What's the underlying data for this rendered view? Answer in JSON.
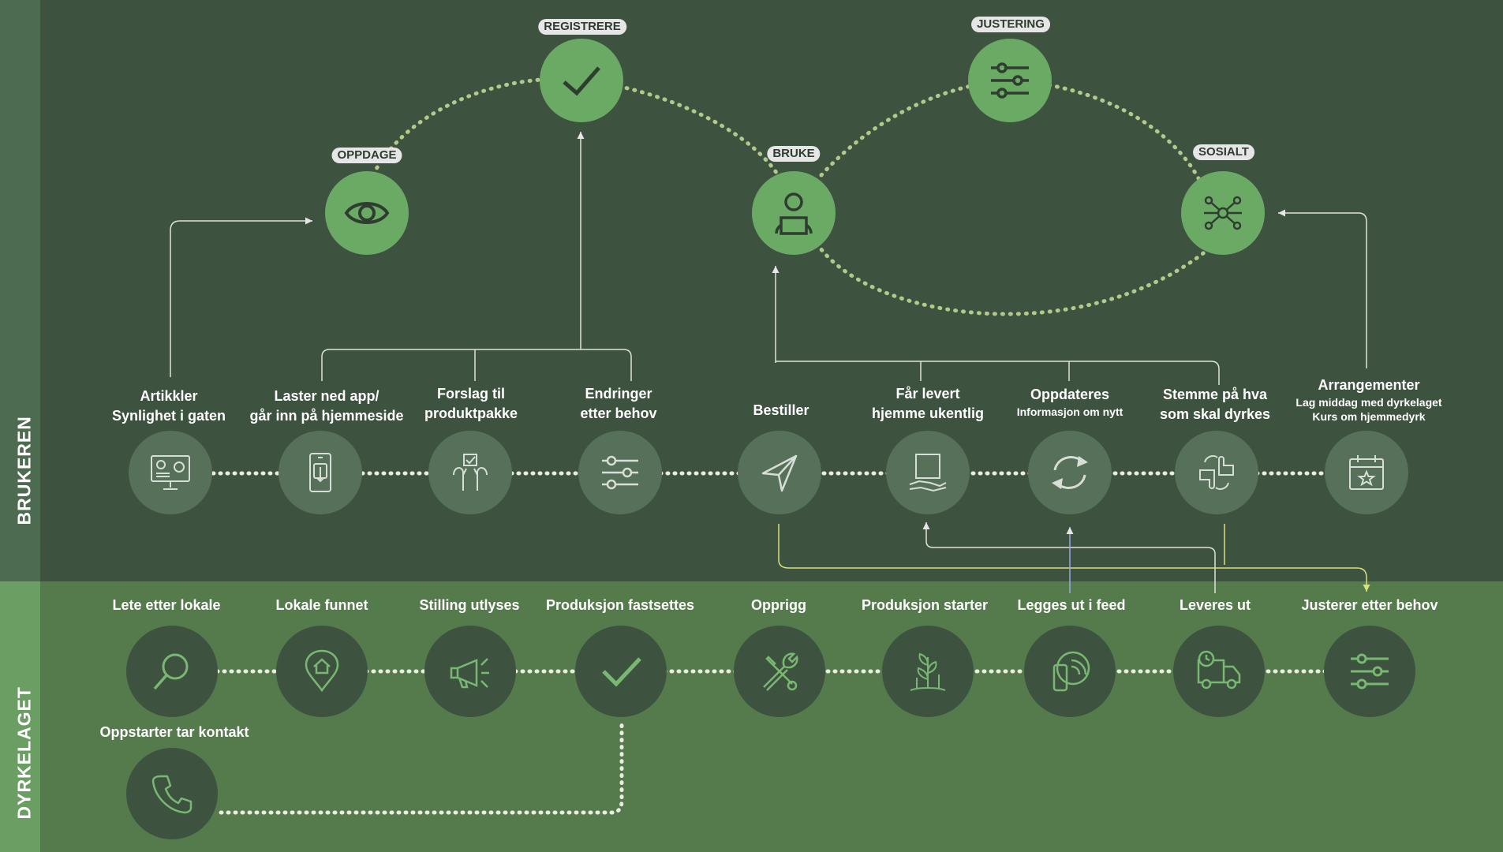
{
  "lanes": {
    "user": "BRUKEREN",
    "grower": "DYRKELAGET"
  },
  "stages": {
    "oppdage": "OPPDAGE",
    "registrere": "REGISTRERE",
    "bruke": "BRUKE",
    "justering": "JUSTERING",
    "sosialt": "SOSIALT"
  },
  "user_steps": [
    {
      "line1": "Artikkler",
      "line2": "Synlighet i gaten"
    },
    {
      "line1": "Laster ned app/",
      "line2": "går inn på hjemmeside"
    },
    {
      "line1": "Forslag til",
      "line2": "produktpakke"
    },
    {
      "line1": "Endringer",
      "line2": "etter behov"
    },
    {
      "line1": "Bestiller"
    },
    {
      "line1": "Får levert",
      "line2": "hjemme ukentlig"
    },
    {
      "line1": "Oppdateres",
      "sub1": "Informasjon om nytt"
    },
    {
      "line1": "Stemme på hva",
      "line2": "som skal dyrkes"
    },
    {
      "line1": "Arrangementer",
      "sub1": "Lag middag med dyrkelaget",
      "sub2": "Kurs om hjemmedyrk"
    }
  ],
  "grower_steps": [
    {
      "label": "Lete etter lokale",
      "icon": "search-icon"
    },
    {
      "label": "Lokale funnet",
      "icon": "location-home-icon"
    },
    {
      "label": "Stilling utlyses",
      "icon": "megaphone-icon"
    },
    {
      "label": "Produksjon fastsettes",
      "icon": "checkmark-icon"
    },
    {
      "label": "Opprigg",
      "icon": "tools-icon"
    },
    {
      "label": "Produksjon starter",
      "icon": "plant-icon"
    },
    {
      "label": "Legges ut i feed",
      "icon": "phone-feed-icon"
    },
    {
      "label": "Leveres ut",
      "icon": "delivery-truck-icon"
    },
    {
      "label": "Justerer etter behov",
      "icon": "sliders-icon"
    }
  ],
  "grower_start": {
    "label": "Oppstarter tar kontakt",
    "icon": "phone-icon"
  },
  "colors": {
    "background_top": "#3d5340",
    "background_bottom": "#557b4d",
    "stage_circle": "#6aaa64",
    "user_circle": "#56705a",
    "grower_circle": "#3d5340",
    "dotted_path": "#b3c98a"
  }
}
